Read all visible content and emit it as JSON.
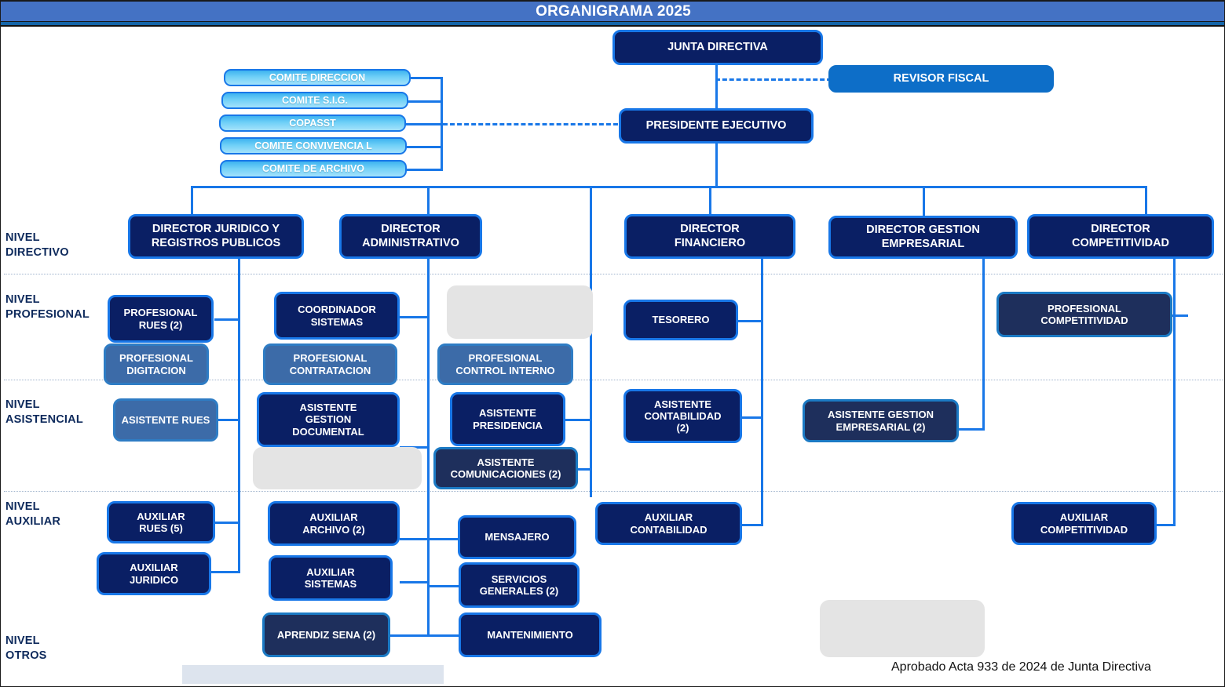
{
  "header": {
    "title": "ORGANIGRAMA 2025"
  },
  "levels": [
    {
      "id": "directivo",
      "label": "NIVEL\nDIRECTIVO"
    },
    {
      "id": "profesional",
      "label": "NIVEL\nPROFESIONAL"
    },
    {
      "id": "asistencial",
      "label": "NIVEL\nASISTENCIAL"
    },
    {
      "id": "auxiliar",
      "label": "NIVEL\nAUXILIAR"
    },
    {
      "id": "otros",
      "label": "NIVEL\nOTROS"
    }
  ],
  "nodes": {
    "junta_directiva": "JUNTA DIRECTIVA",
    "revisor_fiscal": "REVISOR FISCAL",
    "presidente_ejecutivo": "PRESIDENTE EJECUTIVO",
    "comite_direccion": "COMITE  DIRECCION",
    "comite_sig": "COMITE  S.I.G.",
    "copasst": "COPASST",
    "comite_convivencia": "COMITE  CONVIVENCIA  L",
    "comite_archivo": "COMITE  DE ARCHIVO",
    "director_juridico": "DIRECTOR JURIDICO Y\nREGISTROS  PUBLICOS",
    "director_administrativo": "DIRECTOR\nADMINISTRATIVO",
    "director_financiero": "DIRECTOR\nFINANCIERO",
    "director_gestion_empresarial": "DIRECTOR GESTION\nEMPRESARIAL",
    "director_competitividad": "DIRECTOR\nCOMPETITIVIDAD",
    "profesional_rues": "PROFESIONAL\nRUES  (2)",
    "profesional_digitacion": "PROFESIONAL\nDIGITACION",
    "coordinador_sistemas": "COORDINADOR\nSISTEMAS",
    "profesional_contratacion": "PROFESIONAL\nCONTRATACION",
    "profesional_control_interno": "PROFESIONAL\nCONTROL INTERNO",
    "tesorero": "TESORERO",
    "profesional_competitividad": "PROFESIONAL\nCOMPETITIVIDAD",
    "asistente_rues": "ASISTENTE RUES",
    "asistente_gestion_documental": "ASISTENTE\nGESTION\nDOCUMENTAL",
    "asistente_presidencia": "ASISTENTE\nPRESIDENCIA",
    "asistente_comunicaciones": "ASISTENTE\nCOMUNICACIONES  (2)",
    "asistente_contabilidad": "ASISTENTE\nCONTABILIDAD\n(2)",
    "asistente_gestion_empresarial": "ASISTENTE GESTION\nEMPRESARIAL (2)",
    "auxiliar_rues": "AUXILIAR\nRUES  (5)",
    "auxiliar_juridico": "AUXILIAR\nJURIDICO",
    "auxiliar_archivo": "AUXILIAR\nARCHIVO  (2)",
    "auxiliar_sistemas": "AUXILIAR\nSISTEMAS",
    "mensajero": "MENSAJERO",
    "servicios_generales": "SERVICIOS\nGENERALES  (2)",
    "mantenimiento": "MANTENIMIENTO",
    "auxiliar_contabilidad": "AUXILIAR\nCONTABILIDAD",
    "auxiliar_competitividad": "AUXILIAR\nCOMPETITIVIDAD",
    "aprendiz_sena": "APRENDIZ SENA (2)"
  },
  "footer": {
    "approval_note": "Aprobado Acta 933 de 2024 de Junta Directiva"
  },
  "colors": {
    "title_bar": "#4472C4",
    "title_underline": "#1565A8",
    "navy_fill": "#0A1F64",
    "node_border": "#1877E8",
    "steel_fill": "#3C6BA8",
    "slate_fill": "#1E2F5C",
    "bright_blue": "#0D6EC8",
    "ghost_fill": "#E4E4E4",
    "connector": "#1877E8",
    "level_rule": "#9FB3CC",
    "level_label_text": "#0E2A5C"
  }
}
